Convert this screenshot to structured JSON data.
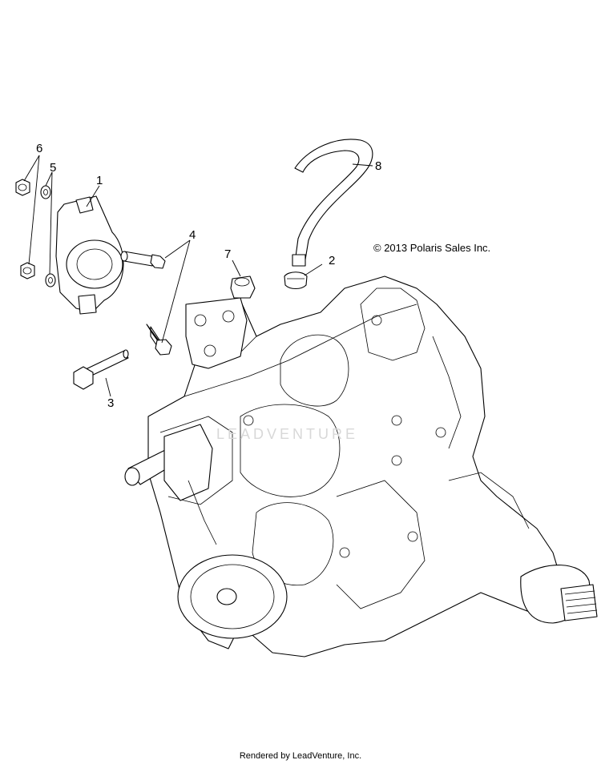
{
  "diagram": {
    "copyright": "© 2013 Polaris Sales Inc.",
    "footer": "Rendered by LeadVenture, Inc.",
    "callouts": [
      {
        "id": "c1",
        "label": "1"
      },
      {
        "id": "c2",
        "label": "2"
      },
      {
        "id": "c3",
        "label": "3"
      },
      {
        "id": "c4",
        "label": "4"
      },
      {
        "id": "c5",
        "label": "5"
      },
      {
        "id": "c6",
        "label": "6"
      },
      {
        "id": "c7",
        "label": "7"
      },
      {
        "id": "c8",
        "label": "8"
      }
    ],
    "watermark": "LEADVENTURE"
  }
}
